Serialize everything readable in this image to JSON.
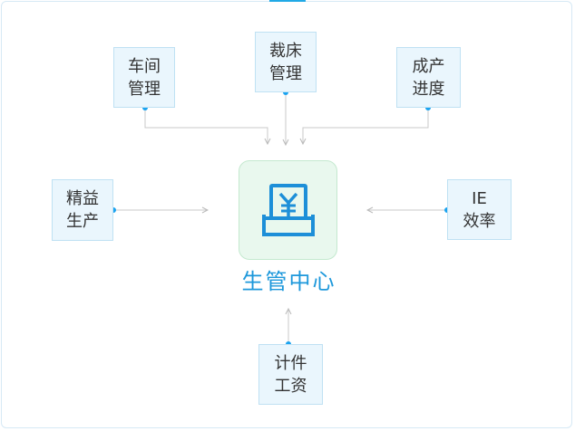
{
  "hub": {
    "title": "生管中心",
    "icon": "cash-register-icon"
  },
  "nodes": {
    "workshop": {
      "line1": "车间",
      "line2": "管理"
    },
    "cutting": {
      "line1": "裁床",
      "line2": "管理"
    },
    "progress": {
      "line1": "成产",
      "line2": "进度"
    },
    "lean": {
      "line1": "精益",
      "line2": "生产"
    },
    "ie": {
      "line1": "IE",
      "line2": "效率"
    },
    "wage": {
      "line1": "计件",
      "line2": "工资"
    }
  },
  "colors": {
    "accent": "#1d98db",
    "node_bg": "#eaf6fd",
    "hub_bg": "#e9f8ee",
    "connector": "#c8c8c8",
    "dot": "#1aa3f0"
  }
}
